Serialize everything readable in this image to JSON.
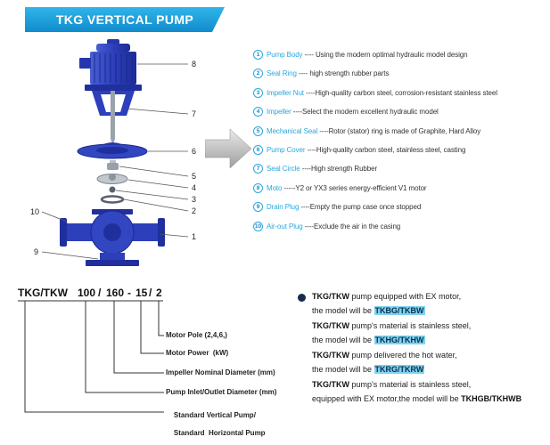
{
  "header": {
    "title": "TKG VERTICAL PUMP"
  },
  "colors": {
    "banner_blue": "#179dd8",
    "accent_cyan": "#2aa9e0",
    "pump_blue": "#2d3fba",
    "model_highlight": "#7fd3ee",
    "arrow_gray": "#bfbfbf",
    "text_dark": "#333333"
  },
  "diagram": {
    "callouts": [
      "8",
      "7",
      "6",
      "5",
      "4",
      "3",
      "2",
      "10",
      "1",
      "9"
    ]
  },
  "parts": [
    {
      "num": "1",
      "name": "Pump Body",
      "sep": " ---- ",
      "desc": "Using the modern optimal hydraulic model design"
    },
    {
      "num": "2",
      "name": "Seal Ring",
      "sep": " ---- ",
      "desc": "high strength rubber parts"
    },
    {
      "num": "3",
      "name": "Impeller Nut",
      "sep": " ----",
      "desc": "High-quality carbon steel, corrosion-resistant stainless steel"
    },
    {
      "num": "4",
      "name": "Impeller",
      "sep": " ----",
      "desc": "Select the modern excellent hydraulic model"
    },
    {
      "num": "5",
      "name": "Mechanical Seal",
      "sep": " ----",
      "desc": "Rotor (stator) ring is made of Graphite, Hard Alloy"
    },
    {
      "num": "6",
      "name": "Pump Cover",
      "sep": " ----",
      "desc": "High-quality carbon steel, stainless steel, casting"
    },
    {
      "num": "7",
      "name": "Seal Circle",
      "sep": " ----",
      "desc": "High strength Rubber"
    },
    {
      "num": "8",
      "name": "Moto",
      "sep": " -----",
      "desc": "Y2 or YX3 series energy-efficient V1 motor"
    },
    {
      "num": "9",
      "name": "Drain Plug",
      "sep": " ----",
      "desc": "Empty the pump case once stopped"
    },
    {
      "num": "10",
      "name": "Air-out Plug",
      "sep": " ----",
      "desc": "Exclude the air in the casing"
    }
  ],
  "model_code": {
    "segments": [
      "TKG/TKW",
      "100",
      "/",
      "160",
      "-",
      "15",
      "/",
      "2"
    ],
    "labels": [
      "Motor Pole (2,4,6,)",
      "Motor Power  (kW)",
      "Impeller Nominal Diameter (mm)",
      "Pump Inlet/Outlet Diameter (mm)"
    ],
    "bottom_label_line1": "Standard Vertical Pump/",
    "bottom_label_line2": "Standard  Horizontal Pump"
  },
  "notes": [
    {
      "prefix": "TKG/TKW",
      "line1_rest": " pump equipped with EX motor,",
      "line2_pre": "the model will be ",
      "model": "TKBG/TKBW"
    },
    {
      "prefix": "TKG/TKW",
      "line1_rest": " pump's material is stainless steel,",
      "line2_pre": "the model will be ",
      "model": "TKHG/TKHW"
    },
    {
      "prefix": "TKG/TKW",
      "line1_rest": " pump delivered the hot water,",
      "line2_pre": "the model will be ",
      "model": "TKRG/TKRW"
    },
    {
      "prefix": "TKG/TKW",
      "line1_rest": " pump's material is stainless steel,",
      "line2_pre": "equipped with EX motor,the model will be ",
      "model": "TKHGB/TKHWB"
    }
  ]
}
